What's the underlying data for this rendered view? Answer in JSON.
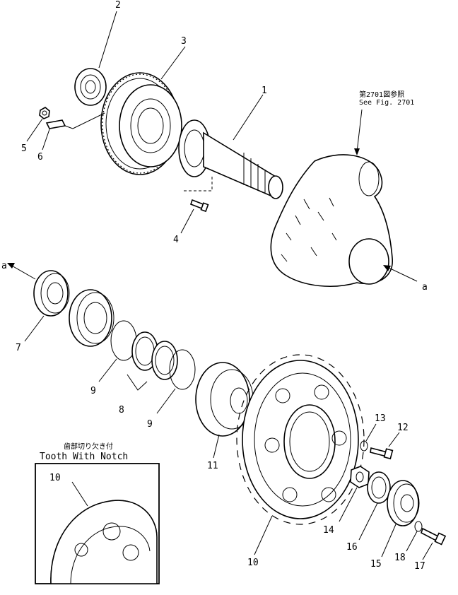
{
  "callouts": {
    "c1": "1",
    "c2": "2",
    "c3": "3",
    "c4": "4",
    "c5": "5",
    "c6": "6",
    "c7": "7",
    "c8": "8",
    "c9a": "9",
    "c9b": "9",
    "c10": "10",
    "c11": "11",
    "c12": "12",
    "c13": "13",
    "c14": "14",
    "c15": "15",
    "c16": "16",
    "c17": "17",
    "c18": "18",
    "inset_num": "10"
  },
  "reference": {
    "jp": "第2701図参照",
    "en": "See Fig. 2701"
  },
  "arrows": {
    "left": "a",
    "right": "a"
  },
  "inset": {
    "jp": "歯部切り欠き付",
    "en": "Tooth With Notch"
  }
}
